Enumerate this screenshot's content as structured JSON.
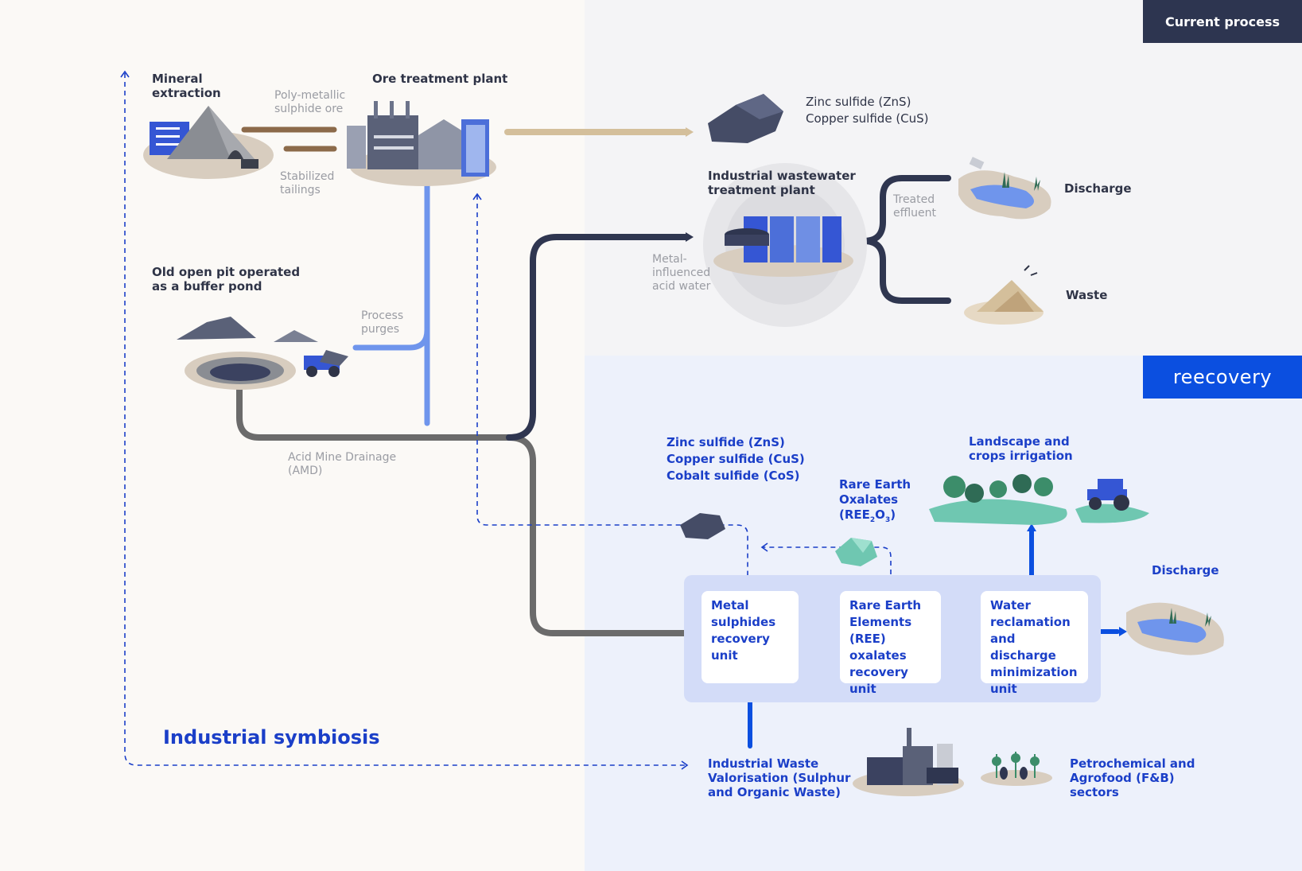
{
  "header": {
    "current_process": "Current process",
    "brand": "reecovery"
  },
  "labels": {
    "mineral_extraction": "Mineral\nextraction",
    "poly_metallic": "Poly-metallic\nsulphide ore",
    "stabilized_tailings": "Stabilized\ntailings",
    "ore_treatment_plant": "Ore treatment plant",
    "zinc_copper_top": "Zinc sulfide (ZnS)\nCopper sulfide (CuS)",
    "wastewater_plant": "Industrial wastewater\ntreatment plant",
    "treated_effluent": "Treated\neffluent",
    "discharge_top": "Discharge",
    "waste": "Waste",
    "metal_acid_water": "Metal-\ninfluenced\nacid water",
    "old_open_pit": "Old open pit operated\nas a buffer pond",
    "process_purges": "Process\npurges",
    "amd": "Acid Mine Drainage\n(AMD)",
    "sulfides_bottom": "Zinc sulfide (ZnS)\nCopper sulfide (CuS)\nCobalt sulfide (CoS)",
    "ree_oxalates_line1": "Rare Earth",
    "ree_oxalates_line2": "Oxalates",
    "ree_formula_a": "(REE",
    "ree_formula_sub1": "2",
    "ree_formula_b": "O",
    "ree_formula_sub2": "3",
    "ree_formula_c": ")",
    "landscape": "Landscape and\ncrops irrigation",
    "discharge_bottom": "Discharge",
    "industrial_symbiosis": "Industrial symbiosis",
    "waste_valorisation": "Industrial Waste\nValorisation (Sulphur\nand Organic Waste)",
    "petrochemical": "Petrochemical and\nAgrofood (F&B)\nsectors"
  },
  "units": {
    "metal": "Metal sulphides recovery unit",
    "ree": "Rare Earth Elements (REE) oxalates recovery unit",
    "water": "Water reclamation and discharge minimization unit"
  },
  "colors": {
    "navy": "#2f3650",
    "grey_pipe": "#6b6b6b",
    "blue_pipe": "#6f95ec",
    "accent_blue": "#1b3fc8",
    "brown": "#8c6a4a",
    "tan": "#d4bf9b"
  }
}
